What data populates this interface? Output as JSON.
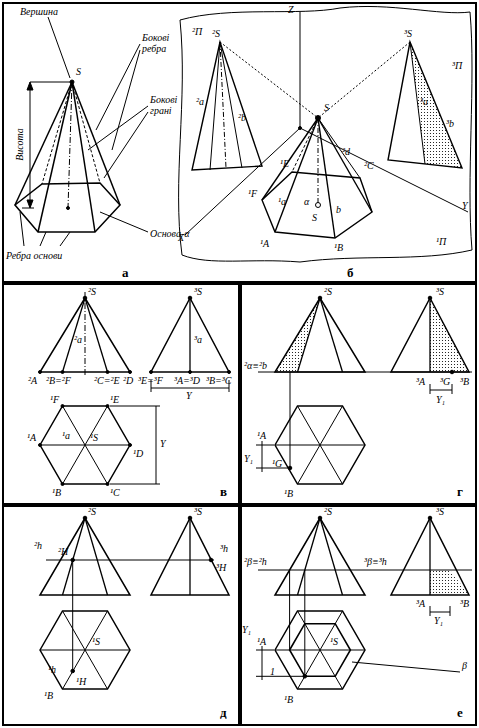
{
  "diagram": {
    "nodes": [
      {
        "text": [
          "а",
          "б"
        ]
      },
      {
        "text": [
          "в"
        ]
      },
      {
        "text": [
          "г"
        ]
      },
      {
        "text": [
          "д"
        ]
      },
      {
        "text": [
          "е"
        ]
      }
    ],
    "edges": [],
    "labels": [
      "Вершина",
      "S",
      "Висота",
      "Бокові ребра",
      "Бокові грані",
      "Ребра основи",
      "Основа-α",
      "Z",
      "²П",
      "²S",
      "³S",
      "³П",
      "X",
      "Y",
      "¹П",
      "²a",
      "²b",
      "³a",
      "³b",
      "S",
      "¹F",
      "¹E",
      "²d",
      "²C",
      "¹a",
      "α",
      "b",
      "S",
      "¹A",
      "¹B",
      "²S",
      "³S",
      "²a",
      "³a",
      "²A",
      "²B=²F",
      "²C=²E",
      "²D",
      "³E=³F",
      "³A=³D",
      "³B=³C",
      "Y",
      "¹F",
      "¹E",
      "¹A",
      "¹a",
      "¹S",
      "¹D",
      "¹B",
      "¹C",
      "Y",
      "²S",
      "³S",
      "²α≡²b",
      "³A",
      "³G",
      "³B",
      "Y₁",
      "¹A",
      "Y₁",
      "¹G",
      "¹B",
      "²S",
      "³S",
      "²h",
      "²H",
      "³h",
      "³H",
      "¹S",
      "¹h",
      "¹B",
      "¹H",
      "²S",
      "³S",
      "²β≡²h",
      "³β≡³h",
      "³A",
      "³B",
      "Y₁",
      "Y₁",
      "¹A",
      "¹S",
      "β",
      "1",
      "¹B"
    ]
  }
}
